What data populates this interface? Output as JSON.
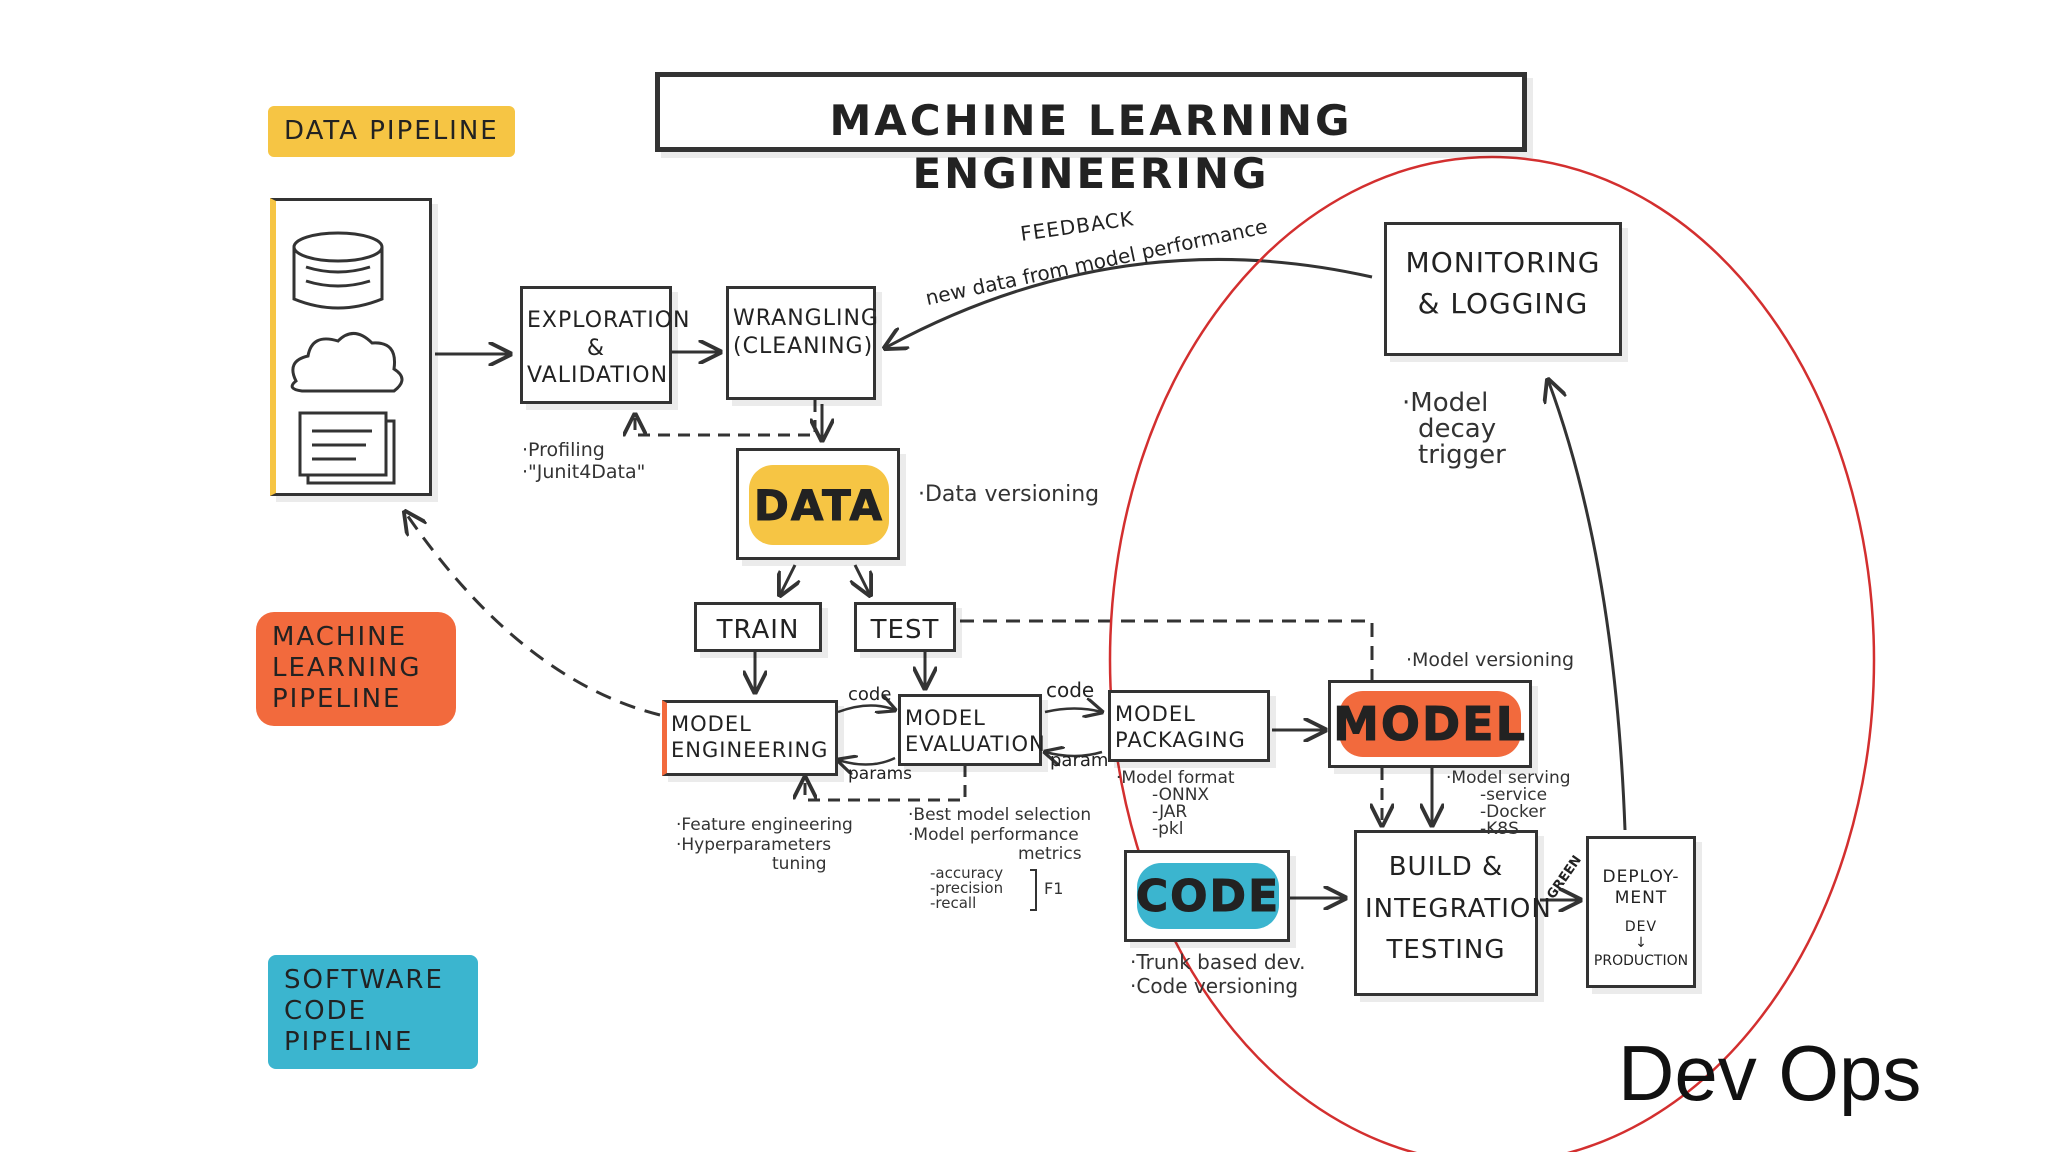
{
  "title": "MACHINE LEARNING ENGINEERING",
  "pipelines": {
    "data": "DATA PIPELINE",
    "ml": "MACHINE LEARNING PIPELINE",
    "software": "SOFTWARE CODE PIPELINE"
  },
  "nodes": {
    "exploration": "EXPLORATION & VALIDATION",
    "wrangling": "WRANGLING (CLEANING)",
    "data": "DATA",
    "train": "TRAIN",
    "test": "TEST",
    "model_engineering": "MODEL ENGINEERING",
    "model_evaluation": "MODEL EVALUATION",
    "model_packaging": "MODEL PACKAGING",
    "model": "MODEL",
    "code": "CODE",
    "build": "BUILD & INTEGRATION TESTING",
    "deployment": "DEPLOY-MENT",
    "deployment_dev": "DEV",
    "deployment_prod": "PRODUCTION",
    "monitoring": "MONITORING & LOGGING"
  },
  "edge_labels": {
    "feedback": "FEEDBACK",
    "feedback_sub": "new data from model performance",
    "code1": "code",
    "params1": "params",
    "code2": "code",
    "param2": "param",
    "green": "GREEN"
  },
  "notes": {
    "profiling": "·Profiling",
    "junit": "·\"Junit4Data\"",
    "data_versioning": "·Data versioning",
    "model_decay_1": "·Model",
    "model_decay_2": "decay",
    "model_decay_3": "trigger",
    "model_versioning": "·Model versioning",
    "feature_eng": "·Feature engineering",
    "hyperparams": "·Hyperparameters",
    "hyperparams_2": "tuning",
    "best_model": "·Best model selection",
    "model_perf": "·Model performance",
    "model_perf_2": "metrics",
    "accuracy": "-accuracy",
    "precision": "-precision",
    "recall": "-recall",
    "f1": "F1",
    "model_format": "·Model format",
    "onnx": "-ONNX",
    "jar": "-JAR",
    "pkl": "-pkl",
    "model_serving": "·Model serving",
    "service": "-service",
    "docker": "-Docker",
    "k8s": "-K8S",
    "trunk": "·Trunk based dev.",
    "code_versioning": "·Code versioning"
  },
  "annotation": "Dev Ops",
  "colors": {
    "yellow": "#f6c544",
    "orange": "#f26a3d",
    "teal": "#3bb5cf",
    "circle": "#d32f2f"
  }
}
